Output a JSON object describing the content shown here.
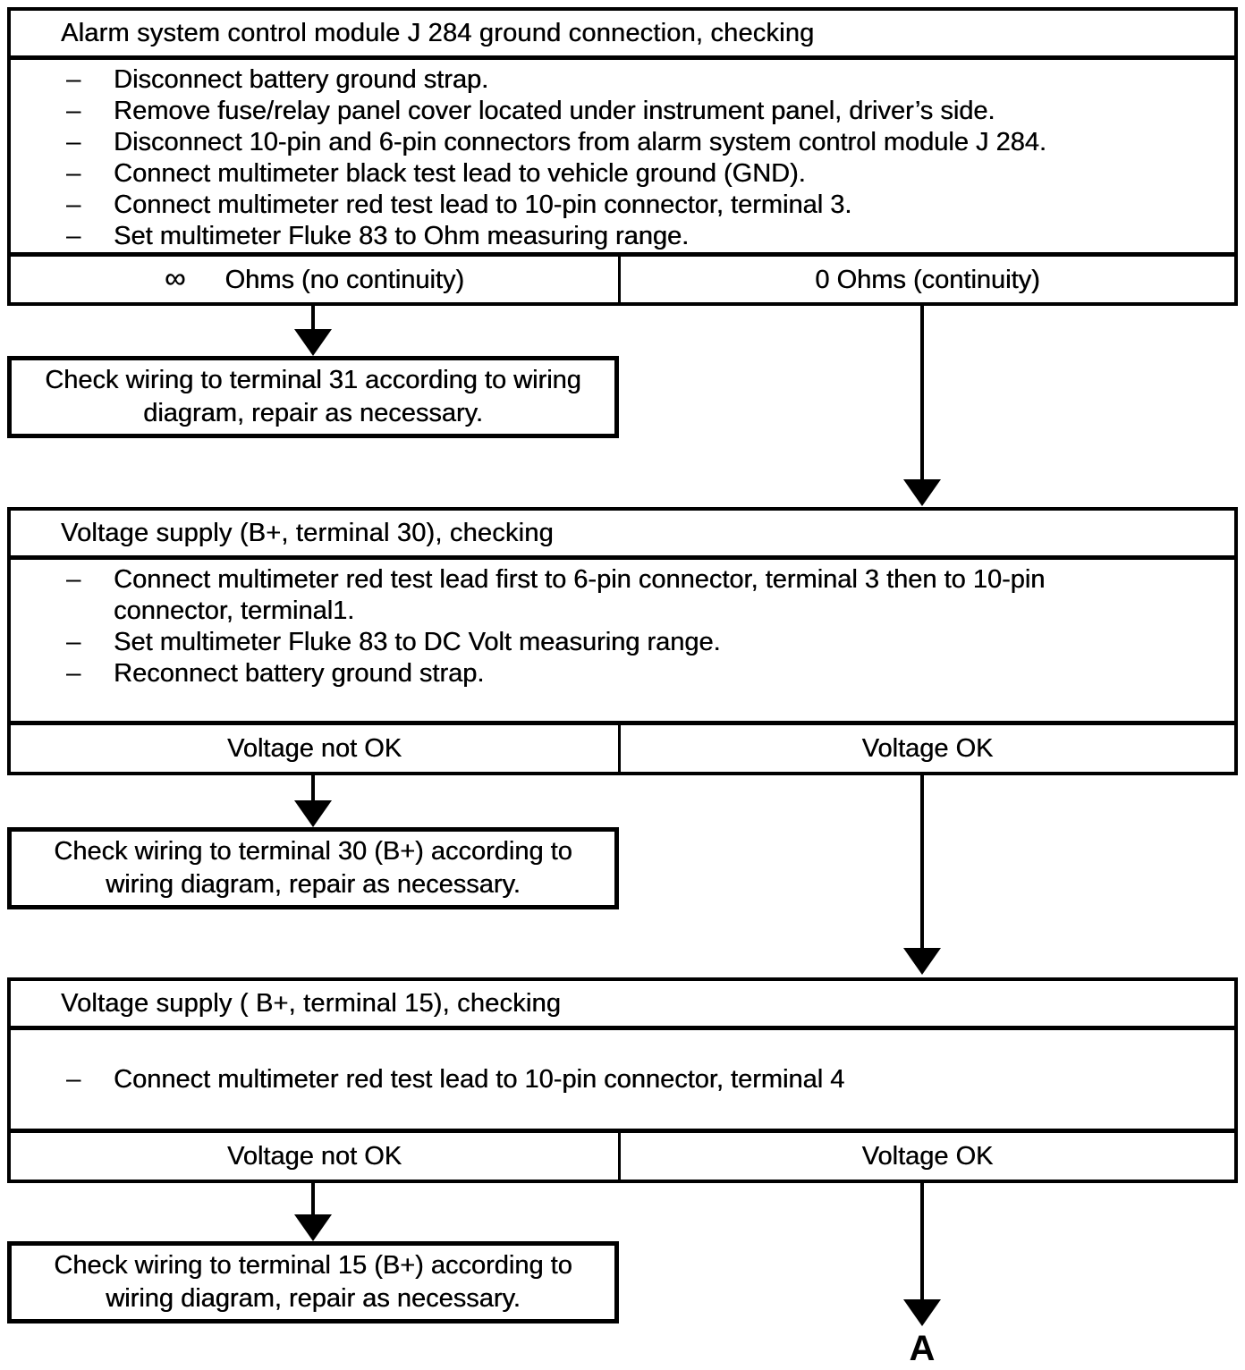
{
  "colors": {
    "ink": "#000000",
    "paper": "#ffffff"
  },
  "bullet_glyph": "–",
  "connector_label": "A",
  "blocks": [
    {
      "title": "Alarm system control module J 284 ground connection, checking",
      "steps": [
        "Disconnect battery ground strap.",
        "Remove fuse/relay panel cover located under instrument panel, driver’s side.",
        "Disconnect 10-pin and 6-pin connectors from alarm system control module J 284.",
        "Connect multimeter black test lead to vehicle ground (GND).",
        "Connect multimeter red test lead to 10-pin connector, terminal 3.",
        "Set multimeter Fluke 83 to Ohm measuring range."
      ],
      "outcome_left_symbol": "∞",
      "outcome_left": "Ohms (no continuity)",
      "outcome_right": "0 Ohms (continuity)",
      "result": "Check wiring to terminal 31 according to wiring diagram, repair as necessary."
    },
    {
      "title": "Voltage supply (B+, terminal 30), checking",
      "steps": [
        "Connect multimeter red test lead first to 6-pin connector, terminal 3 then to 10-pin connector, terminal1.",
        "Set multimeter Fluke 83 to DC Volt measuring range.",
        "Reconnect battery ground strap."
      ],
      "outcome_left": "Voltage not OK",
      "outcome_right": "Voltage OK",
      "result": "Check wiring to terminal 30 (B+) according to wiring diagram, repair as necessary."
    },
    {
      "title": "Voltage supply ( B+, terminal 15), checking",
      "steps": [
        "Connect multimeter red test lead to 10-pin connector, terminal 4"
      ],
      "outcome_left": "Voltage not OK",
      "outcome_right": "Voltage OK",
      "result": "Check wiring to terminal 15 (B+) according to wiring diagram, repair as necessary."
    }
  ]
}
